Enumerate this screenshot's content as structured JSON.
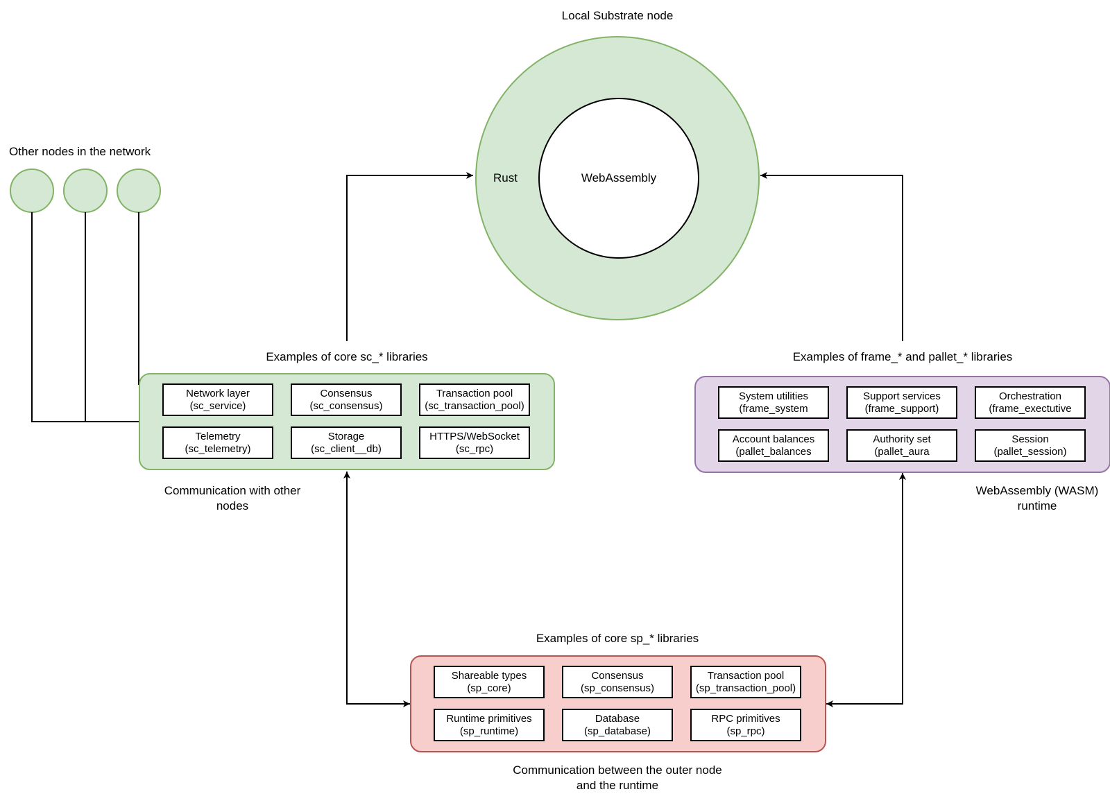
{
  "node": {
    "title": "Local Substrate node",
    "outer_label": "Rust",
    "inner_label": "WebAssembly"
  },
  "network": {
    "title": "Other nodes in the network"
  },
  "sc_group": {
    "title": "Examples of core sc_* libraries",
    "caption_line1": "Communication with other",
    "caption_line2": "nodes",
    "items": [
      {
        "name": "Network layer",
        "crate": "(sc_service)"
      },
      {
        "name": "Consensus",
        "crate": "(sc_consensus)"
      },
      {
        "name": "Transaction pool",
        "crate": "(sc_transaction_pool)"
      },
      {
        "name": "Telemetry",
        "crate": "(sc_telemetry)"
      },
      {
        "name": "Storage",
        "crate": "(sc_client__db)"
      },
      {
        "name": "HTTPS/WebSocket",
        "crate": "(sc_rpc)"
      }
    ]
  },
  "frame_group": {
    "title": "Examples of frame_* and pallet_* libraries",
    "caption_line1": "WebAssembly (WASM)",
    "caption_line2": "runtime",
    "items": [
      {
        "name": "System utilities",
        "crate": "(frame_system"
      },
      {
        "name": "Support services",
        "crate": "(frame_support)"
      },
      {
        "name": "Orchestration",
        "crate": "(frame_exectutive"
      },
      {
        "name": "Account balances",
        "crate": "(pallet_balances"
      },
      {
        "name": "Authority set",
        "crate": "(pallet_aura"
      },
      {
        "name": "Session",
        "crate": "(pallet_session)"
      }
    ]
  },
  "sp_group": {
    "title": "Examples of core sp_* libraries",
    "caption_line1": "Communication between the outer node",
    "caption_line2": "and the runtime",
    "items": [
      {
        "name": "Shareable types",
        "crate": "(sp_core)"
      },
      {
        "name": "Consensus",
        "crate": "(sp_consensus)"
      },
      {
        "name": "Transaction pool",
        "crate": "(sp_transaction_pool)"
      },
      {
        "name": "Runtime primitives",
        "crate": "(sp_runtime)"
      },
      {
        "name": "Database",
        "crate": "(sp_database)"
      },
      {
        "name": "RPC primitives",
        "crate": "(sp_rpc)"
      }
    ]
  },
  "colors": {
    "green_fill": "#d5e8d4",
    "green_stroke": "#82b366",
    "purple_fill": "#e1d5e7",
    "purple_stroke": "#9673a6",
    "red_fill": "#f8cecc",
    "red_stroke": "#b85450"
  }
}
